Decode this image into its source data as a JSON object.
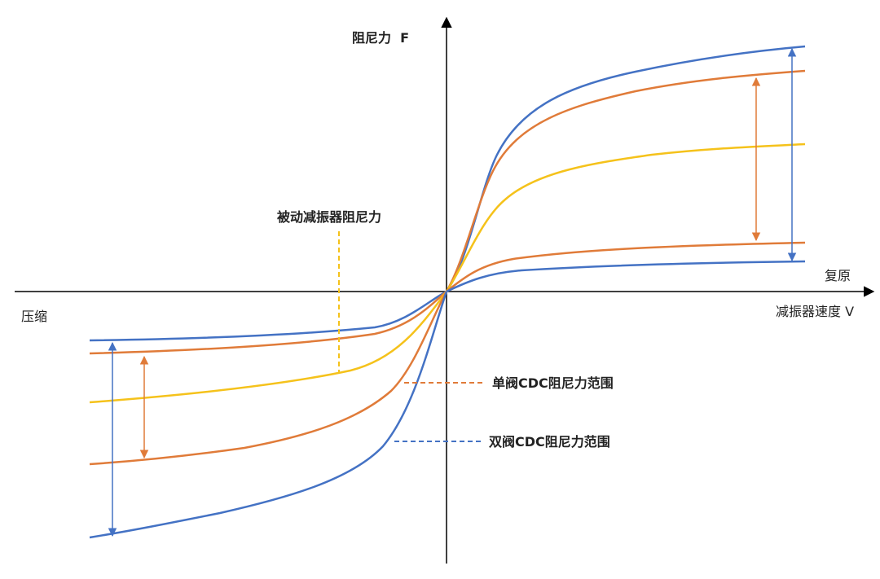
{
  "labels": {
    "y_axis": "阻尼力  F",
    "x_axis": "减振器速度 V",
    "rebound": "复原",
    "compression": "压缩"
  },
  "legend": {
    "passive": "被动减振器阻尼力",
    "single_valve": "单阀CDC阻尼力范围",
    "dual_valve": "双阀CDC阻尼力范围"
  },
  "colors": {
    "dual_valve": "#4472c4",
    "single_valve": "#e07b39",
    "passive": "#f5c21b",
    "axis": "#000000"
  }
}
